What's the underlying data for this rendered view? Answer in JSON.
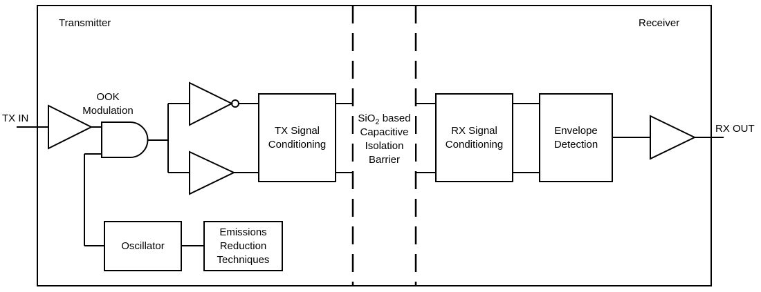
{
  "labels": {
    "transmitter": "Transmitter",
    "receiver": "Receiver",
    "tx_in": "TX IN",
    "rx_out": "RX OUT",
    "ook_line1": "OOK",
    "ook_line2": "Modulation"
  },
  "blocks": {
    "tx_signal_conditioning": [
      "TX Signal",
      "Conditioning"
    ],
    "rx_signal_conditioning": [
      "RX Signal",
      "Conditioning"
    ],
    "envelope_detection": [
      "Envelope",
      "Detection"
    ],
    "oscillator": [
      "Oscillator"
    ],
    "emissions_reduction": [
      "Emissions",
      "Reduction",
      "Techniques"
    ]
  },
  "barrier": {
    "line1_pre": "SiO",
    "line1_sub": "2",
    "line1_post": " based",
    "line2": "Capacitive",
    "line3": "Isolation",
    "line4": "Barrier"
  },
  "colors": {
    "stroke": "#000000",
    "background": "#ffffff"
  }
}
